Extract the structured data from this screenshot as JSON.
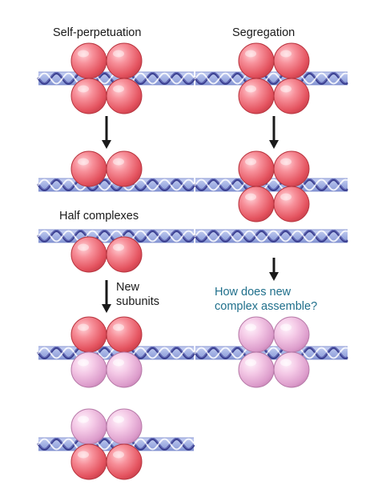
{
  "labels": {
    "self_perpetuation": "Self-perpetuation",
    "segregation": "Segregation",
    "half_complexes": "Half complexes",
    "new": "New",
    "subunits": "subunits",
    "question_line1": "How does new",
    "question_line2": "complex assemble?"
  },
  "colors": {
    "old_subunit": "#ef6f7d",
    "new_subunit": "#f0b5dc",
    "dna_light": "#a9b6e6",
    "dna_dark": "#3a3f8f",
    "question_text": "#1f6f8b"
  }
}
